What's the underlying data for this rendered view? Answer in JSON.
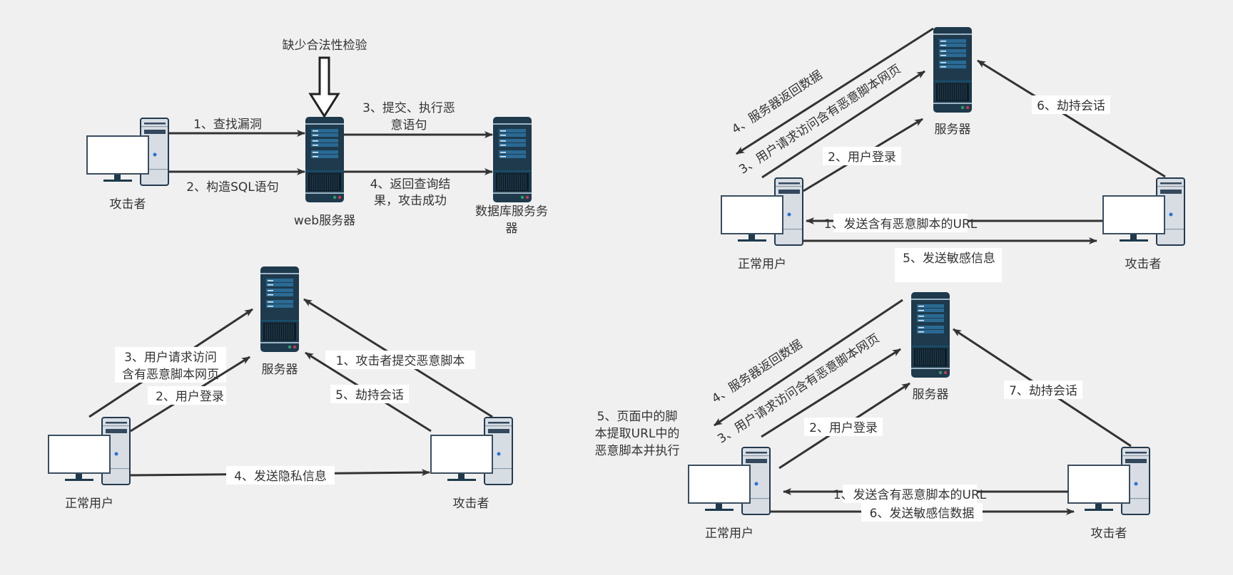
{
  "panels": {
    "sql": {
      "nodes": {
        "attacker": "攻击者",
        "web_server": "web服务器",
        "db_server_l1": "数据库服务务",
        "db_server_l2": "器"
      },
      "note": "缺少合法性检验",
      "edges": {
        "e1": "1、查找漏洞",
        "e2": "2、构造SQL语句",
        "e3_l1": "3、提交、执行恶",
        "e3_l2": "意语句",
        "e4_l1": "4、返回查询结",
        "e4_l2": "果，攻击成功"
      }
    },
    "reflected": {
      "nodes": {
        "user": "正常用户",
        "server": "服务器",
        "attacker": "攻击者"
      },
      "edges": {
        "e1": "1、发送含有恶意脚本的URL",
        "e2": "2、用户登录",
        "e3": "3、用户请求访问含有恶意脚本网页",
        "e4": "4、服务器返回数据",
        "e5": "5、发送敏感信息",
        "e6": "6、劫持会话"
      }
    },
    "stored": {
      "nodes": {
        "user": "正常用户",
        "server": "服务器",
        "attacker": "攻击者"
      },
      "edges": {
        "e1": "1、攻击者提交恶意脚本",
        "e2": "2、用户登录",
        "e3_l1": "3、用户请求访问",
        "e3_l2": "含有恶意脚本网页",
        "e4": "4、发送隐私信息",
        "e5": "5、劫持会话"
      }
    },
    "dom": {
      "nodes": {
        "user": "正常用户",
        "server": "服务器",
        "attacker": "攻击者"
      },
      "edges": {
        "e1": "1、发送含有恶意脚本的URL",
        "e2": "2、用户登录",
        "e3": "3、用户请求访问含有恶意脚本网页",
        "e4": "4、服务器返回数据",
        "e5_l1": "5、页面中的脚",
        "e5_l2": "本提取URL中的",
        "e5_l3": "恶意脚本并执行",
        "e6": "6、发送敏感信数据",
        "e7": "7、劫持会话"
      }
    }
  },
  "colors": {
    "background": "#f0f0f0",
    "server_body": "#1e3a4c",
    "server_slot": "#2a6a94",
    "pc_case": "#d7dde3",
    "pc_outline": "#243a4f",
    "edge": "#333333"
  }
}
